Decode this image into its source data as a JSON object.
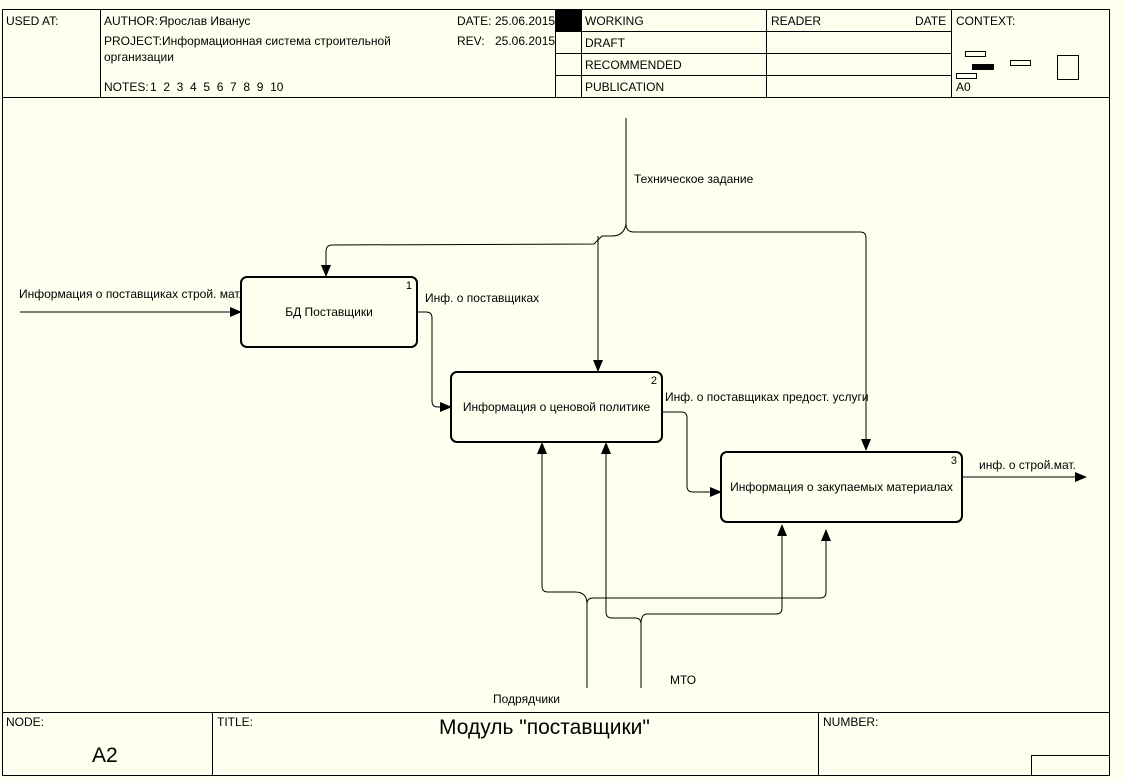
{
  "header": {
    "used_at": "USED AT:",
    "author_label": "AUTHOR:",
    "author": "Ярослав Иванус",
    "project_label": "PROJECT:",
    "project_line1": "Информационная система строительной",
    "project_line2": "организации",
    "notes_label": "NOTES:",
    "notes_values": "1  2  3  4  5  6  7  8  9  10",
    "date_label": "DATE:",
    "date": "25.06.2015",
    "rev_label": "REV:",
    "rev": "25.06.2015",
    "status": [
      "WORKING",
      "DRAFT",
      "RECOMMENDED",
      "PUBLICATION"
    ],
    "reader": "READER",
    "reader_date": "DATE",
    "context": "CONTEXT:",
    "context_node": "A0"
  },
  "diagram": {
    "activities": [
      {
        "num": "1",
        "label": "БД Поставщики"
      },
      {
        "num": "2",
        "label": "Информация о ценовой политике"
      },
      {
        "num": "3",
        "label": "Информация о закупаемых материалах"
      }
    ],
    "arrows": {
      "tech_task": "Техническое задание",
      "input_info": "Информация о поставщиках строй. мат.",
      "out1": "Инф. о поставщиках",
      "out2": "Инф. о поставщиках предост. услуги",
      "out3": "инф. о строй.мат.",
      "contractors": "Подрядчики",
      "mto": "МТО"
    }
  },
  "footer": {
    "node_label": "NODE:",
    "node": "A2",
    "title_label": "TITLE:",
    "title": "Модуль \"поставщики\"",
    "number_label": "NUMBER:"
  }
}
